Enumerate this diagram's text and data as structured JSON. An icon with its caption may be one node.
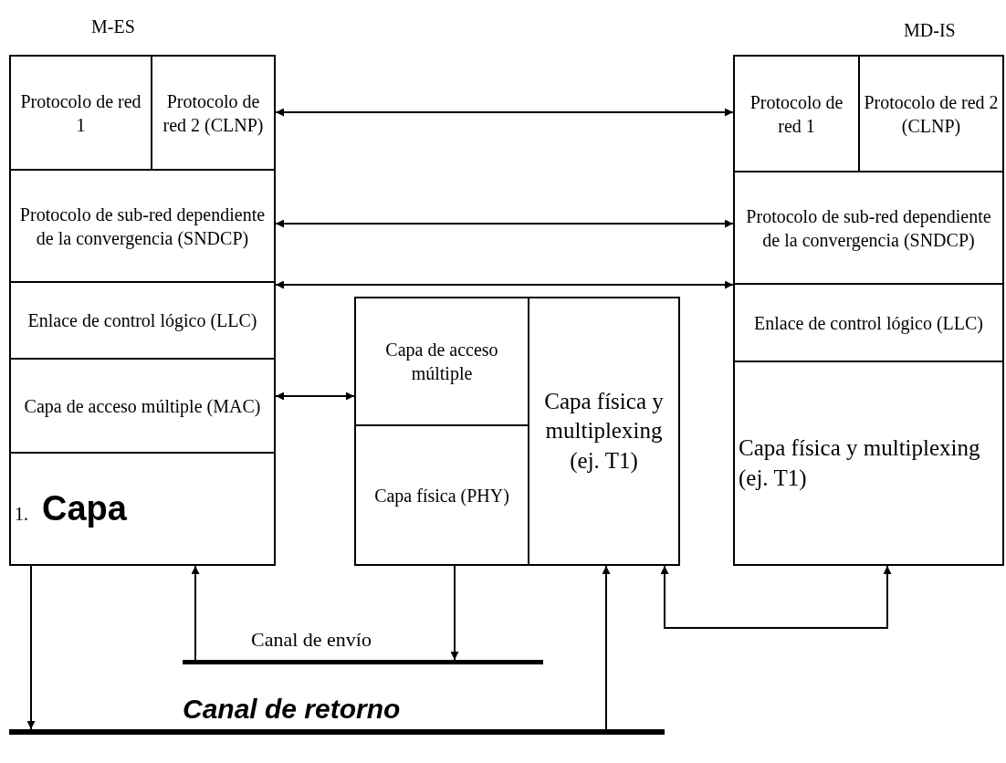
{
  "diagram": {
    "nodes": [
      {
        "text": [
          "M-ES"
        ]
      },
      {
        "text": [
          "Protocolo de red 1"
        ],
        "in": 0
      },
      {
        "text": [
          "Protocolo de red 2 (CLNP)"
        ],
        "in": 0
      },
      {
        "text": [
          "Protocolo de sub-red dependiente de la convergencia (SNDCP)"
        ],
        "in": 0
      },
      {
        "text": [
          "Enlace de control lógico (LLC)"
        ],
        "in": 0
      },
      {
        "text": [
          "Capa de acceso múltiple (MAC)"
        ],
        "in": 0
      },
      {
        "text": [
          "1. **Capa**"
        ],
        "in": 0
      },
      {
        "text": [
          "Capa de acceso múltiple"
        ]
      },
      {
        "text": [
          "Capa física (PHY)"
        ]
      },
      {
        "text": [
          "Capa física y multiplexing (ej. T1)"
        ]
      },
      {
        "text": [
          "MD-IS"
        ]
      },
      {
        "text": [
          "Protocolo de red 1"
        ],
        "in": 10
      },
      {
        "text": [
          "Protocolo de red 2 (CLNP)"
        ],
        "in": 10
      },
      {
        "text": [
          "Protocolo de sub-red dependiente de la convergencia (SNDCP)"
        ],
        "in": 10
      },
      {
        "text": [
          "Enlace de control lógico (LLC)"
        ],
        "in": 10
      },
      {
        "text": [
          "Capa física y multiplexing (ej. T1)"
        ],
        "in": 10
      },
      {
        "text": [],
        "shape": "bar",
        "beside": [
          "Canal de envío"
        ]
      },
      {
        "text": [],
        "shape": "bar",
        "beside": [
          "Canal de retorno"
        ]
      }
    ],
    "edges": [
      {
        "from": 2,
        "to": 11,
        "arrow": "both"
      },
      {
        "from": 3,
        "to": 13,
        "arrow": "both"
      },
      {
        "from": 4,
        "to": 14,
        "arrow": "both"
      },
      {
        "from": 5,
        "to": 7,
        "arrow": "both"
      },
      {
        "from": 16,
        "to": 6,
        "arrow": "to"
      },
      {
        "from": 8,
        "to": 16,
        "arrow": "to"
      },
      {
        "from": 6,
        "to": 17,
        "arrow": "to"
      },
      {
        "from": 17,
        "to": 9,
        "arrow": "to"
      },
      {
        "from": 9,
        "to": 15,
        "arrow": "both"
      }
    ]
  }
}
